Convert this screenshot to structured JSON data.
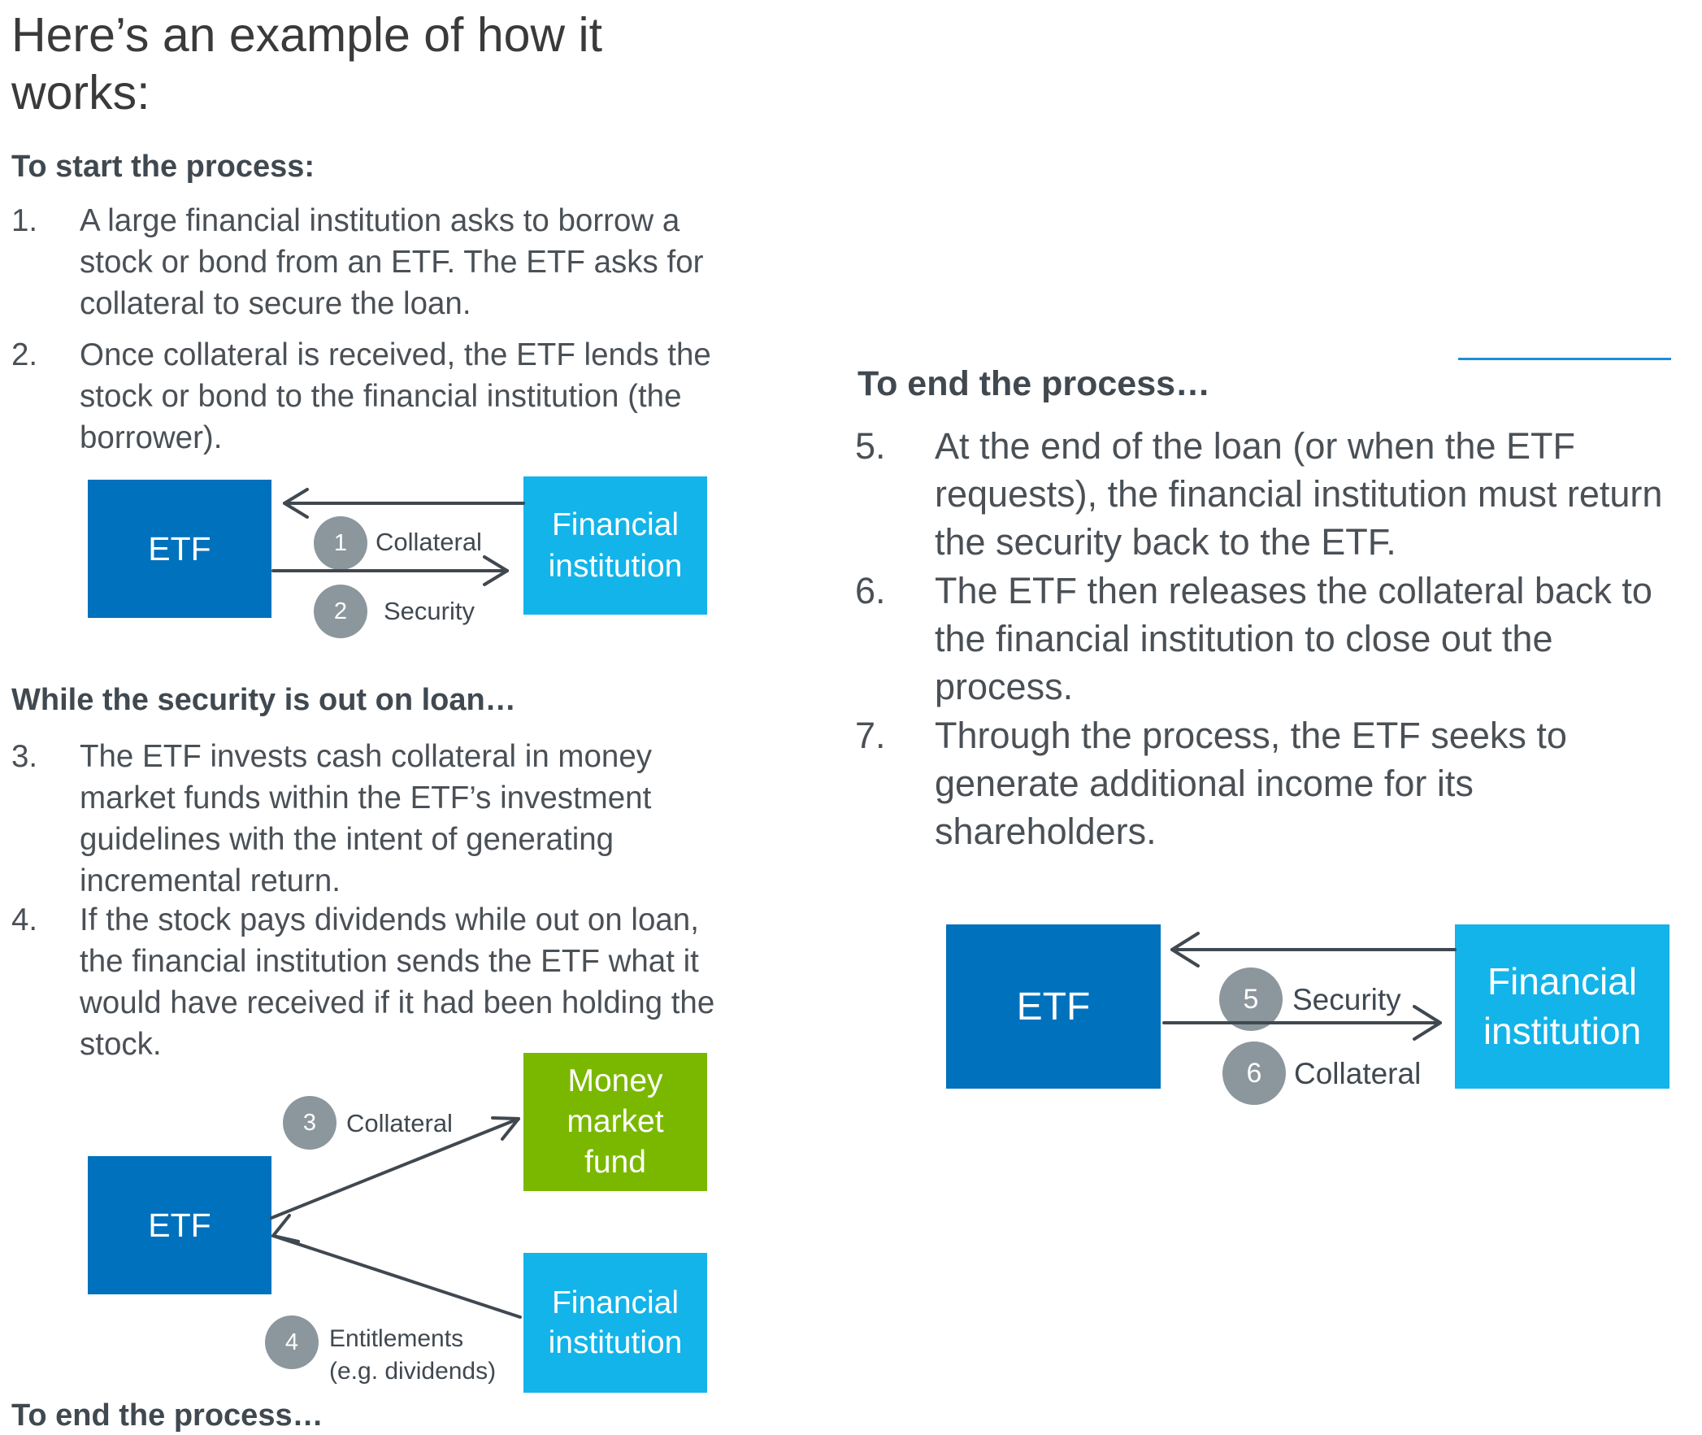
{
  "title": "Here’s an example of how it works:",
  "left": {
    "start_heading": "To start the process:",
    "items_start": [
      {
        "num": "1.",
        "text": "A large financial institution asks to borrow a stock or bond from an ETF. The ETF asks for collateral to secure the loan."
      },
      {
        "num": "2.",
        "text": "Once collateral is received, the ETF lends the stock or bond to the financial institution (the borrower)."
      }
    ],
    "loan_heading": "While the security is out on loan…",
    "items_loan": [
      {
        "num": "3.",
        "text": "The ETF invests cash collateral in money market funds within the ETF’s investment guidelines with the intent of generating incremental return."
      },
      {
        "num": "4.",
        "text": "If the stock pays dividends while out on loan, the financial institution sends the ETF what it would have received if it had been holding the stock."
      }
    ],
    "end_heading": "To end the process…"
  },
  "right": {
    "end_heading": "To end the process…",
    "items_end": [
      {
        "num": "5.",
        "text": "At the end of the loan (or when the ETF requests), the financial institution must return the security back to the ETF."
      },
      {
        "num": "6.",
        "text": "The ETF then releases the collateral back to the financial institution to close out the process."
      },
      {
        "num": "7.",
        "text": "Through the process, the ETF seeks to generate additional income for its shareholders."
      }
    ]
  },
  "diagram1": {
    "etf": "ETF",
    "financial_line1": "Financial",
    "financial_line2": "institution",
    "step1_num": "1",
    "step1_label": "Collateral",
    "step2_num": "2",
    "step2_label": "Security"
  },
  "diagram2": {
    "etf": "ETF",
    "mmf_line1": "Money",
    "mmf_line2": "market",
    "mmf_line3": "fund",
    "financial_line1": "Financial",
    "financial_line2": "institution",
    "step3_num": "3",
    "step3_label": "Collateral",
    "step4_num": "4",
    "step4_label_line1": "Entitlements",
    "step4_label_line2": "(e.g. dividends)"
  },
  "diagram3": {
    "etf": "ETF",
    "financial_line1": "Financial",
    "financial_line2": "institution",
    "step5_num": "5",
    "step5_label": "Security",
    "step6_num": "6",
    "step6_label": "Collateral"
  },
  "colors": {
    "etf_blue": "#0071bd",
    "financial_cyan": "#13b4e9",
    "money_market_green": "#7ab800",
    "step_circle_gray": "#8c979d",
    "arrow": "#404850",
    "accent_rule": "#1f8dd6"
  }
}
